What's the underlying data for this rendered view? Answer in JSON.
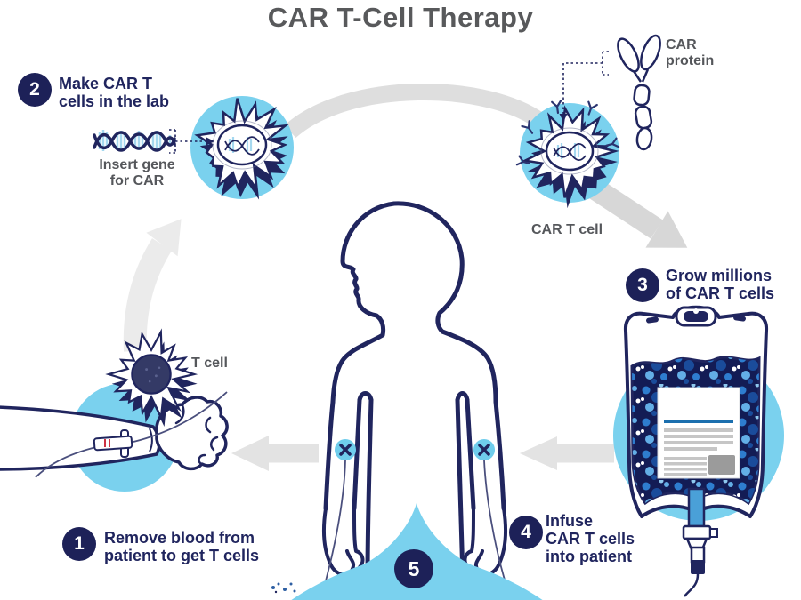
{
  "title": "CAR T-Cell Therapy",
  "steps": {
    "s1": {
      "num": "1",
      "label": "Remove blood from\npatient to get T cells"
    },
    "s2": {
      "num": "2",
      "label": "Make CAR T\ncells in the lab"
    },
    "s3": {
      "num": "3",
      "label": "Grow millions\nof CAR T cells"
    },
    "s4": {
      "num": "4",
      "label": "Infuse\nCAR T cells\ninto patient"
    },
    "s5": {
      "num": "5",
      "label": ""
    }
  },
  "annotations": {
    "insert_gene": "Insert gene\nfor CAR",
    "car_protein": "CAR\nprotein",
    "car_t_cell": "CAR T cell",
    "t_cell": "T cell"
  },
  "colors": {
    "navy": "#20255e",
    "badge_navy": "#1d2158",
    "light_blue": "#7ad1ee",
    "title_gray": "#58595b",
    "label_gray": "#55575b",
    "arrow_gray": "#e3e3e3",
    "bag_liquid_navy": "#131c55",
    "cell_dot_dark_blue": "#1a4c9b",
    "cell_dot_blue": "#2e7dcf",
    "cell_dot_light_blue": "#63aee6",
    "label_blue_line": "#1b6fae",
    "port_blue": "#4aa0d8"
  }
}
